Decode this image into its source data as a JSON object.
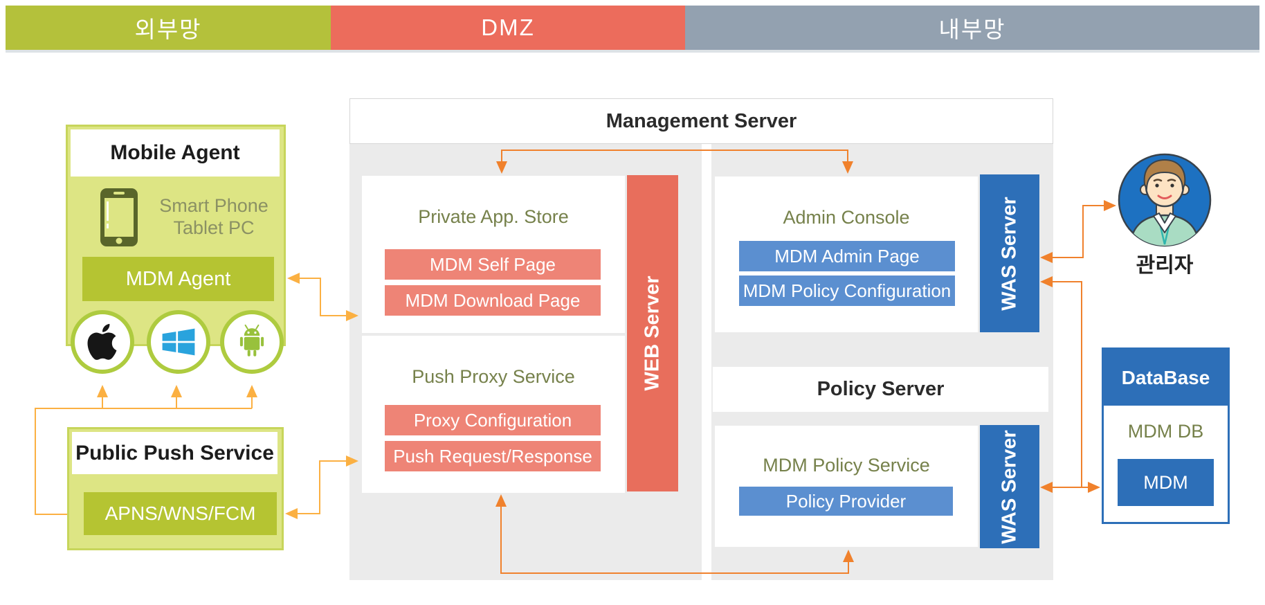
{
  "zones": {
    "external": "외부망",
    "dmz": "DMZ",
    "internal": "내부망"
  },
  "mobile_agent": {
    "title": "Mobile Agent",
    "device_line1": "Smart Phone",
    "device_line2": "Tablet PC",
    "bar": "MDM Agent",
    "platforms": [
      "apple",
      "windows",
      "android"
    ]
  },
  "public_push": {
    "title": "Public Push Service",
    "bar": "APNS/WNS/FCM"
  },
  "management_server": {
    "title": "Management Server",
    "web_server": "WEB Server",
    "private_app_store": {
      "title": "Private App. Store",
      "items": [
        "MDM Self Page",
        "MDM Download Page"
      ]
    },
    "push_proxy": {
      "title": "Push Proxy Service",
      "items": [
        "Proxy Configuration",
        "Push Request/Response"
      ]
    },
    "admin_console": {
      "title": "Admin Console",
      "items": [
        "MDM Admin Page",
        "MDM Policy Configuration"
      ],
      "was_server": "WAS Server"
    },
    "policy_server": {
      "title": "Policy Server",
      "service_title": "MDM Policy Service",
      "items": [
        "Policy Provider"
      ],
      "was_server": "WAS Server"
    }
  },
  "admin_user": {
    "label": "관리자"
  },
  "database": {
    "title": "DataBase",
    "subtitle": "MDM DB",
    "bar": "MDM"
  },
  "colors": {
    "zone_green": "#b4c13b",
    "zone_red": "#ec6c5c",
    "zone_gray": "#93a1b0",
    "header_shadow": "#dde2e6",
    "box_fill": "#dde584",
    "box_border": "#c7d55b",
    "green_bar": "#b5c432",
    "ring_green": "#aecb3f",
    "olive": "#76814b",
    "olive_muted": "#8b9164",
    "dark_olive": "#59652a",
    "panel_gray": "#ebebeb",
    "salmon": "#e86e5c",
    "salmon_light": "#ee8476",
    "blue": "#2d6fb8",
    "blue_light": "#5b8fd0",
    "windows_blue": "#29a3dd",
    "android_green": "#98c13c",
    "apple_black": "#161616",
    "arrow_left": "#fbb042",
    "arrow_right": "#f0812c",
    "avatar_bg": "#1d71c1",
    "avatar_skin": "#fde3c3",
    "avatar_hair": "#b08048",
    "avatar_sweater": "#a9dcc3",
    "avatar_teal": "#2fb5ad"
  }
}
